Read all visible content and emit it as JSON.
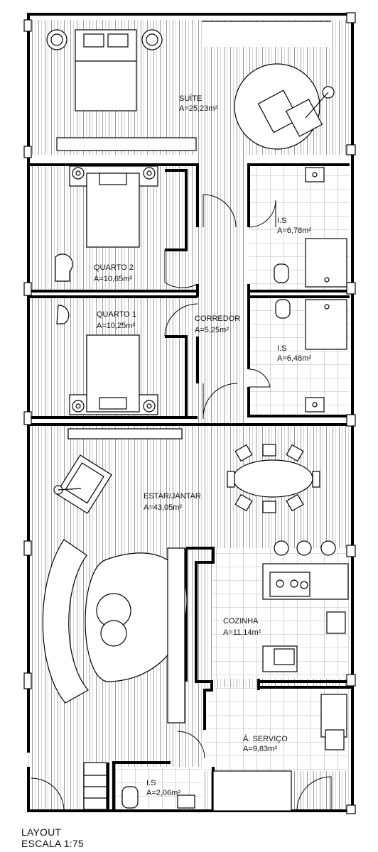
{
  "rooms": {
    "suite": {
      "name": "SUÍTE",
      "area": "A=25,23m²"
    },
    "quarto2": {
      "name": "QUARTO 2",
      "area": "A=10,65m²"
    },
    "quarto1": {
      "name": "QUARTO 1",
      "area": "A=10,25m²"
    },
    "corredor": {
      "name": "CORREDOR",
      "area": "A=5,25m²"
    },
    "is1": {
      "name": "I.S",
      "area": "A=6,78m²"
    },
    "is2": {
      "name": "I.S",
      "area": "A=6,48m²"
    },
    "estar": {
      "name": "ESTAR/JANTAR",
      "area": "A=43,05m²"
    },
    "cozinha": {
      "name": "COZINHA",
      "area": "A=11,14m²"
    },
    "servico": {
      "name": "Á. SERVIÇO",
      "area": "A=9,83m²"
    },
    "is3": {
      "name": "I.S",
      "area": "A=2,06m²"
    }
  },
  "caption": {
    "title": "LAYOUT",
    "scale": "ESCALA 1:75"
  }
}
